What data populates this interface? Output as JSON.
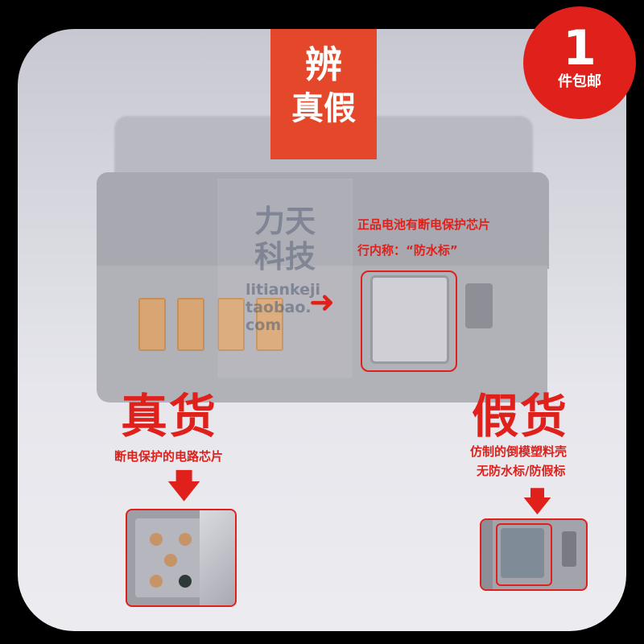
{
  "badge_top": {
    "line1": "辨",
    "line2": "真假"
  },
  "corner_badge": {
    "number": "1",
    "text": "件包邮"
  },
  "watermark": {
    "cn1": "力天",
    "cn2": "科技",
    "en1": "litiankeji",
    "en2": "taobao.",
    "en3": "com"
  },
  "annotation": {
    "line1": "正品电池有断电保护芯片",
    "line2": "行内称：“防水标”"
  },
  "genuine": {
    "title": "真货",
    "caption": "断电保护的电路芯片"
  },
  "fake": {
    "title": "假货",
    "caption1": "仿制的倒模塑料壳",
    "caption2": "无防水标/防假标"
  },
  "colors": {
    "accent_red": "#e0201b",
    "tag_orange": "#e5472b",
    "pad_gold": "#d9a673"
  }
}
